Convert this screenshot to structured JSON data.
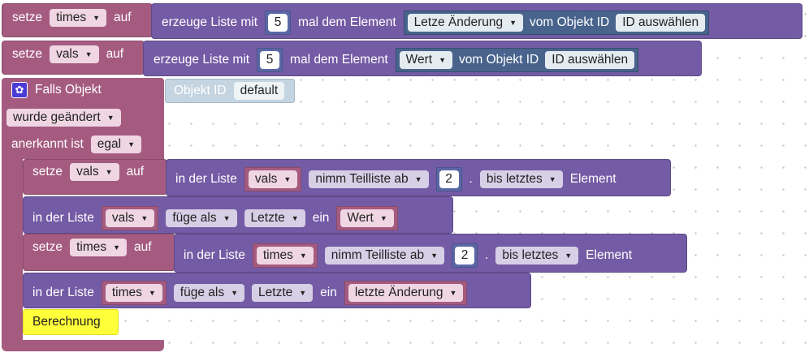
{
  "block1": {
    "set": "setze",
    "var": "times",
    "auf": "auf",
    "create": "erzeuge Liste mit",
    "count": "5",
    "times_elem": "mal dem Element",
    "field": "Letze Änderung",
    "of_obj": "vom Objekt ID",
    "obj_btn": "ID auswählen"
  },
  "block2": {
    "set": "setze",
    "var": "vals",
    "auf": "auf",
    "create": "erzeuge Liste mit",
    "count": "5",
    "times_elem": "mal dem Element",
    "field": "Wert",
    "of_obj": "vom Objekt ID",
    "obj_btn": "ID auswählen"
  },
  "trigger": {
    "title": "Falls Objekt",
    "obj_label": "Objekt ID",
    "obj_value": "default",
    "changed": "wurde geändert",
    "ack_label": "anerkannt ist",
    "ack_value": "egal"
  },
  "stmt1": {
    "set": "setze",
    "var": "vals",
    "auf": "auf",
    "in_list": "in der Liste",
    "list_var": "vals",
    "op": "nimm Teilliste ab",
    "index": "2",
    "sep": ".",
    "to": "bis letztes",
    "element": "Element"
  },
  "stmt2": {
    "in_list": "in der Liste",
    "list_var": "vals",
    "insert": "füge als",
    "pos": "Letzte",
    "ein": "ein",
    "value": "Wert"
  },
  "stmt3": {
    "set": "setze",
    "var": "times",
    "auf": "auf",
    "in_list": "in der Liste",
    "list_var": "times",
    "op": "nimm Teilliste ab",
    "index": "2",
    "sep": ".",
    "to": "bis letztes",
    "element": "Element"
  },
  "stmt4": {
    "in_list": "in der Liste",
    "list_var": "times",
    "insert": "füge als",
    "pos": "Letzte",
    "ein": "ein",
    "value": "letzte Änderung"
  },
  "stmt5": {
    "label": "Berechnung"
  },
  "colors": {
    "variables": "#a55b80",
    "lists": "#745ba5",
    "math": "#5b67a5",
    "objects": "#48638c",
    "sensor": "#c4d4e0",
    "function": "#ffff3a"
  }
}
